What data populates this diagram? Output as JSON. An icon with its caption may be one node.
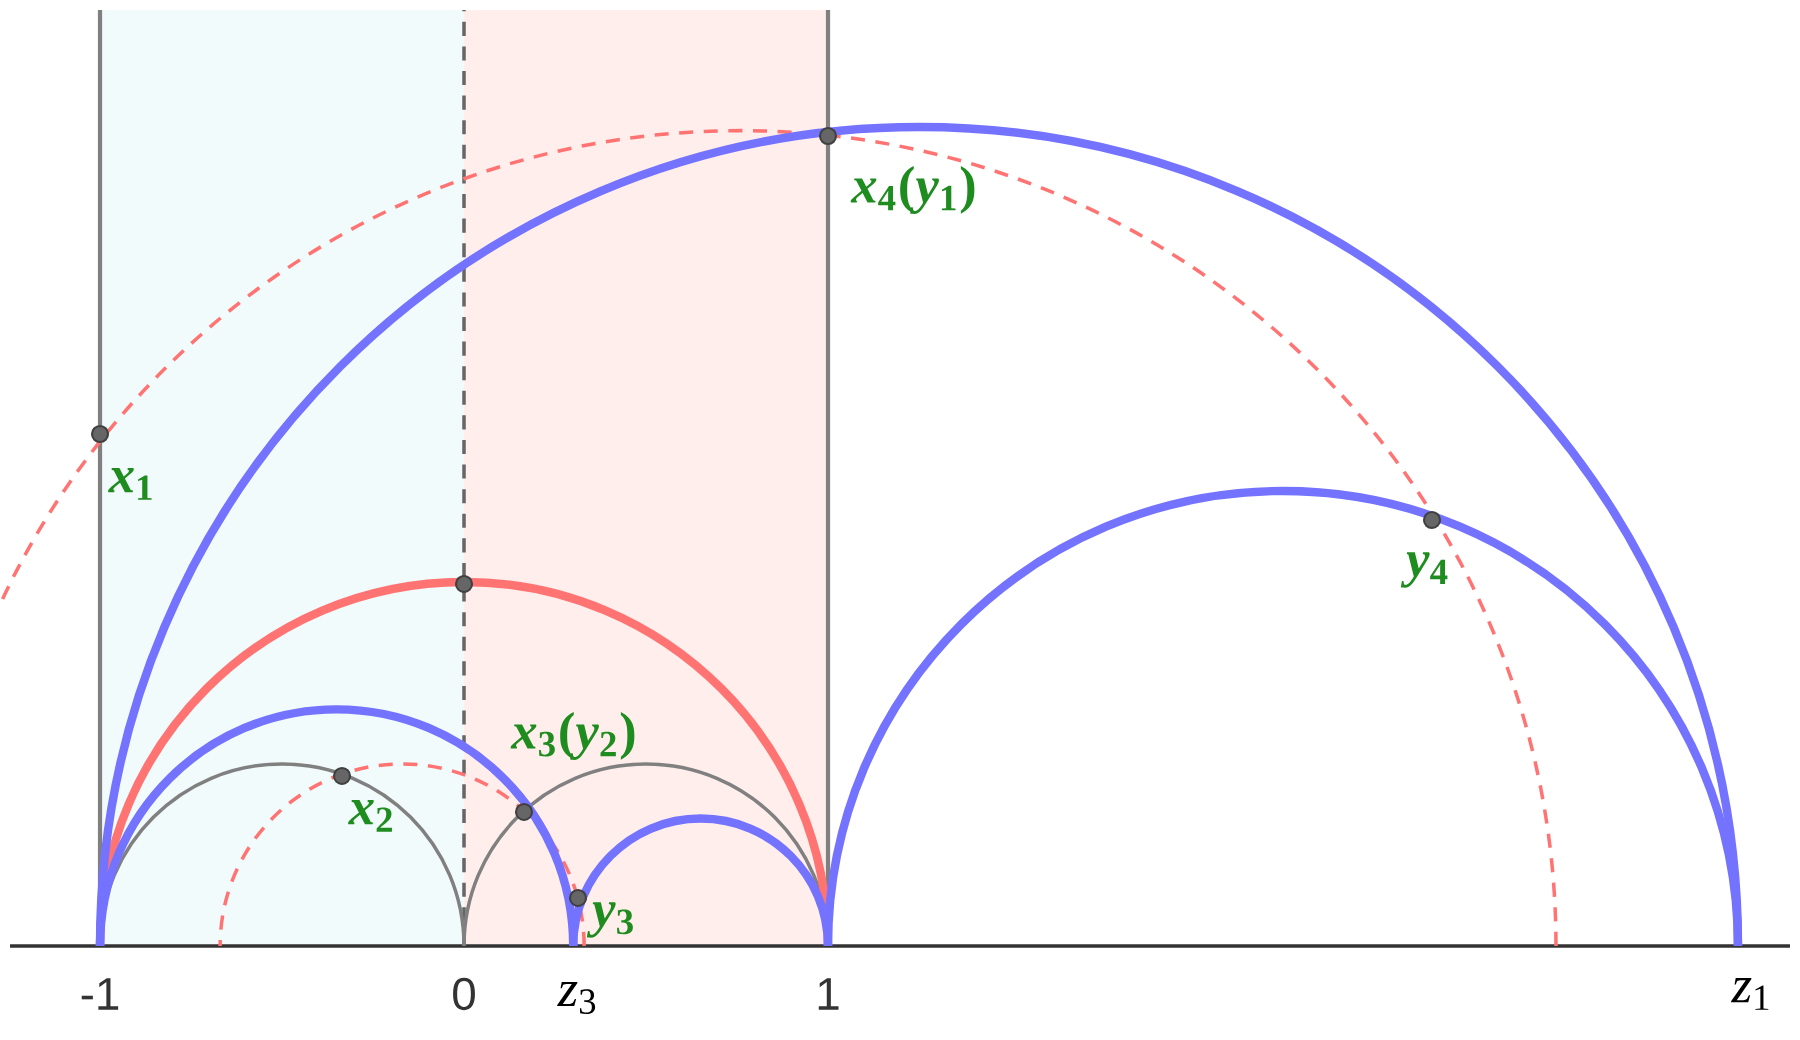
{
  "diagram": {
    "labels": [
      "*x*$_{4}$(*y*$_{1}$)",
      "*x*$_{1}$",
      "*y*$_{4}$",
      "*x*$_{3}$(*y*$_{2}$)",
      "*x*$_{2}$",
      "*y*$_{3}$",
      "-1",
      "0",
      "*z*$_{3}$",
      "1",
      "*z*$_{1}$"
    ]
  }
}
